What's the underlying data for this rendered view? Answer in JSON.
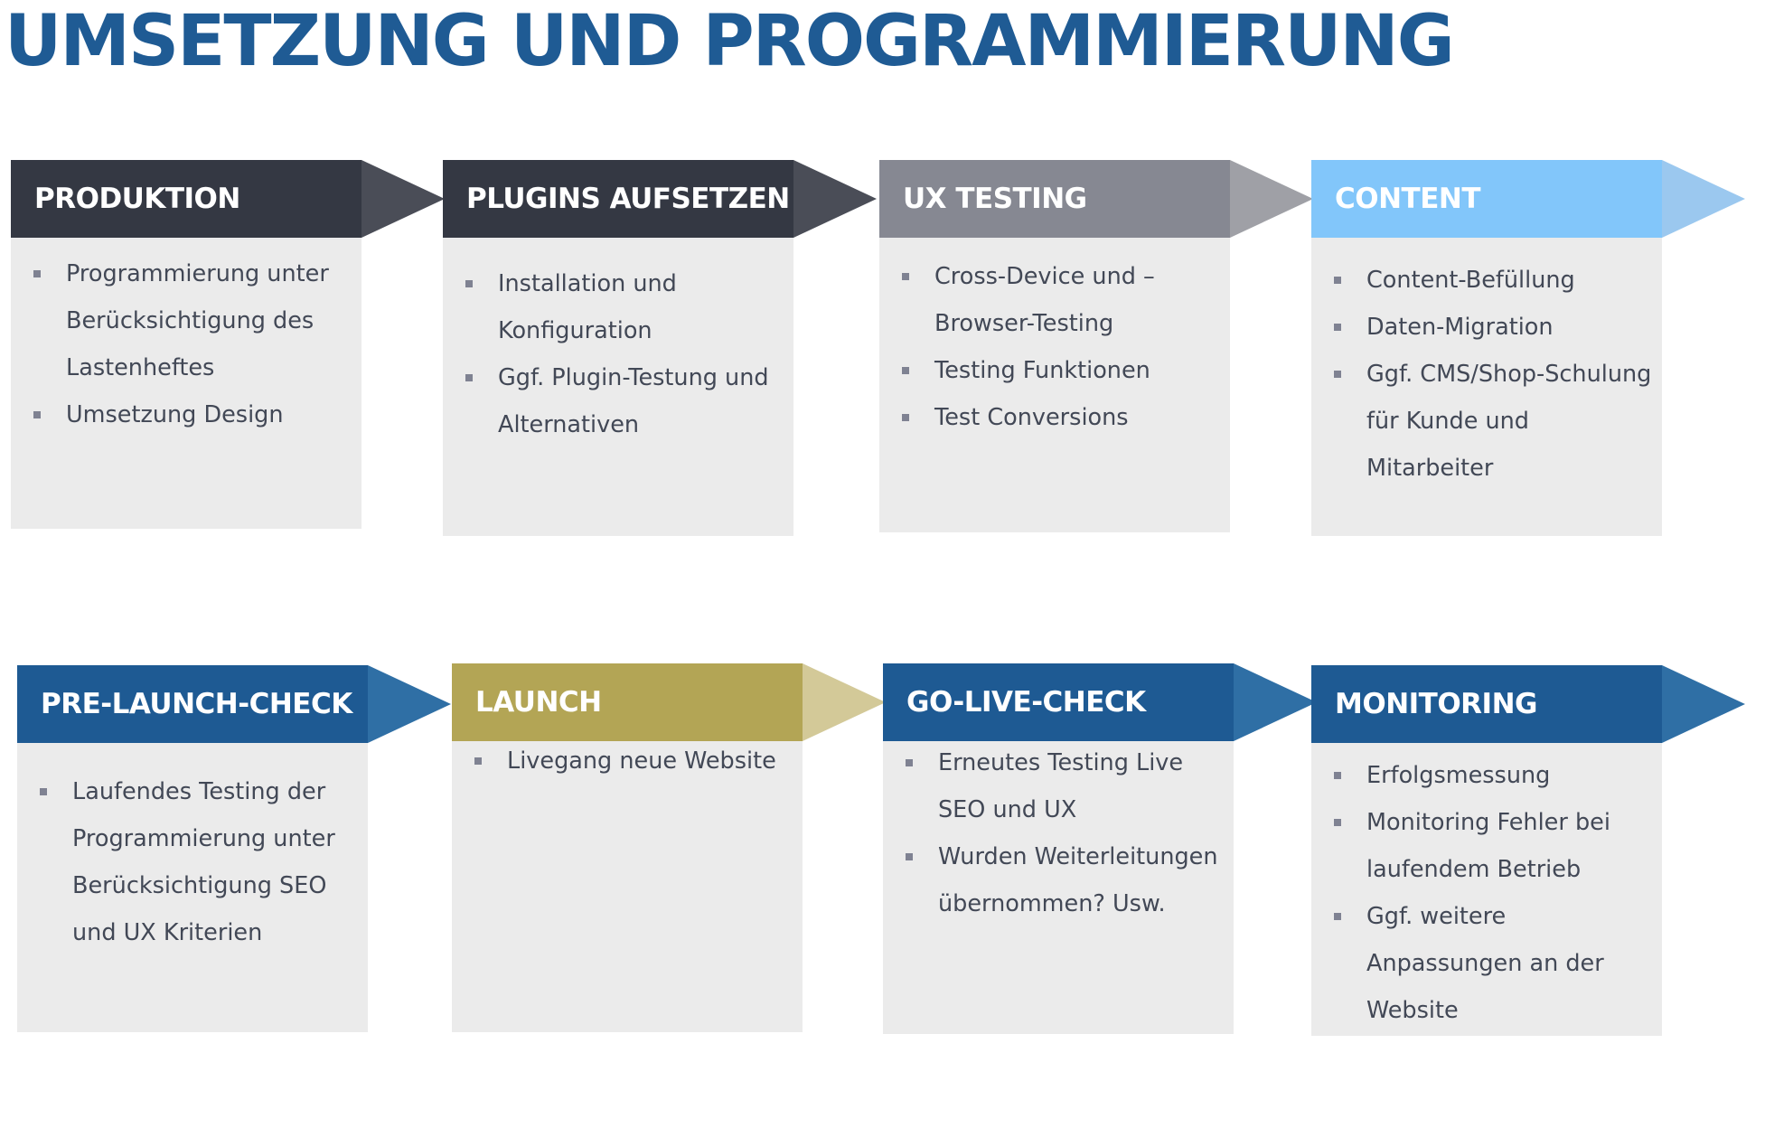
{
  "title": "UMSETZUNG UND PROGRAMMIERUNG",
  "colors": {
    "title": "#1f5b94",
    "box_background": "#ebebeb",
    "bullet": "#7f8292",
    "list_text": "#424856"
  },
  "steps": [
    {
      "label": "PRODUKTION",
      "header_color": "#343843",
      "arrow_color": "#4a4d57",
      "items": [
        "Programmierung unter Berücksichtigung des Lastenheftes",
        "Umsetzung Design"
      ]
    },
    {
      "label": "PLUGINS AUFSETZEN",
      "header_color": "#343843",
      "arrow_color": "#4a4d57",
      "items": [
        "Installation und Konfiguration",
        "Ggf. Plugin-Testung und Alternativen"
      ]
    },
    {
      "label": "UX TESTING",
      "header_color": "#868892",
      "arrow_color": "#9fa0a6",
      "items": [
        "Cross-Device und – Browser-Testing",
        "Testing Funktionen",
        "Test Conversions"
      ]
    },
    {
      "label": "CONTENT",
      "header_color": "#82c6fa",
      "arrow_color": "#9bc8ef",
      "items": [
        "Content-Befüllung",
        "Daten-Migration",
        "Ggf. CMS/Shop-Schulung für Kunde und Mitarbeiter"
      ]
    },
    {
      "label": "PRE-LAUNCH-CHECK",
      "header_color": "#1e5a93",
      "arrow_color": "#2f6fa5",
      "items": [
        "Laufendes Testing der Programmierung unter Berücksichtigung SEO und UX Kriterien"
      ]
    },
    {
      "label": "LAUNCH",
      "header_color": "#b3a555",
      "arrow_color": "#d3c998",
      "items": [
        "Livegang neue Website"
      ]
    },
    {
      "label": "GO-LIVE-CHECK",
      "header_color": "#1e5a93",
      "arrow_color": "#2f6fa5",
      "items": [
        "Erneutes Testing Live SEO und UX",
        "Wurden Weiterleitungen übernommen? Usw."
      ]
    },
    {
      "label": "MONITORING",
      "header_color": "#1e5a93",
      "arrow_color": "#2f6fa5",
      "items": [
        "Erfolgsmessung",
        "Monitoring Fehler bei laufendem Betrieb",
        "Ggf. weitere Anpassungen an der Website"
      ]
    }
  ]
}
